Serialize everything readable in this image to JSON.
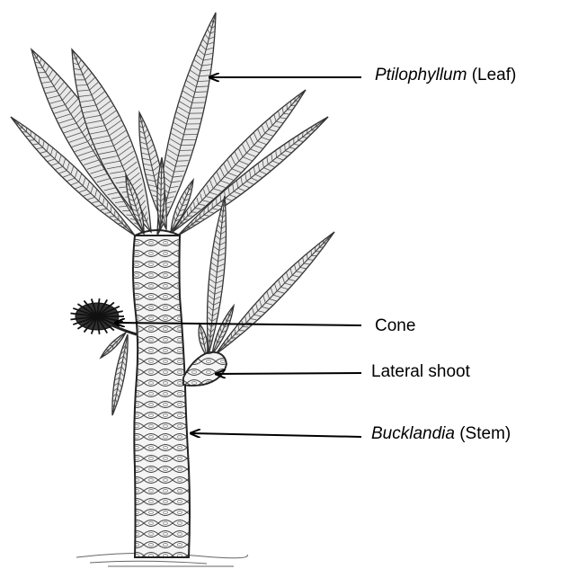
{
  "labels": {
    "leaf": {
      "italic": "Ptilophyllum",
      "normal": " (Leaf)"
    },
    "cone": {
      "italic": "",
      "normal": "Cone"
    },
    "lateral": {
      "italic": "",
      "normal": "Lateral shoot"
    },
    "stem": {
      "italic": "Bucklandia",
      "normal": " (Stem)"
    }
  }
}
